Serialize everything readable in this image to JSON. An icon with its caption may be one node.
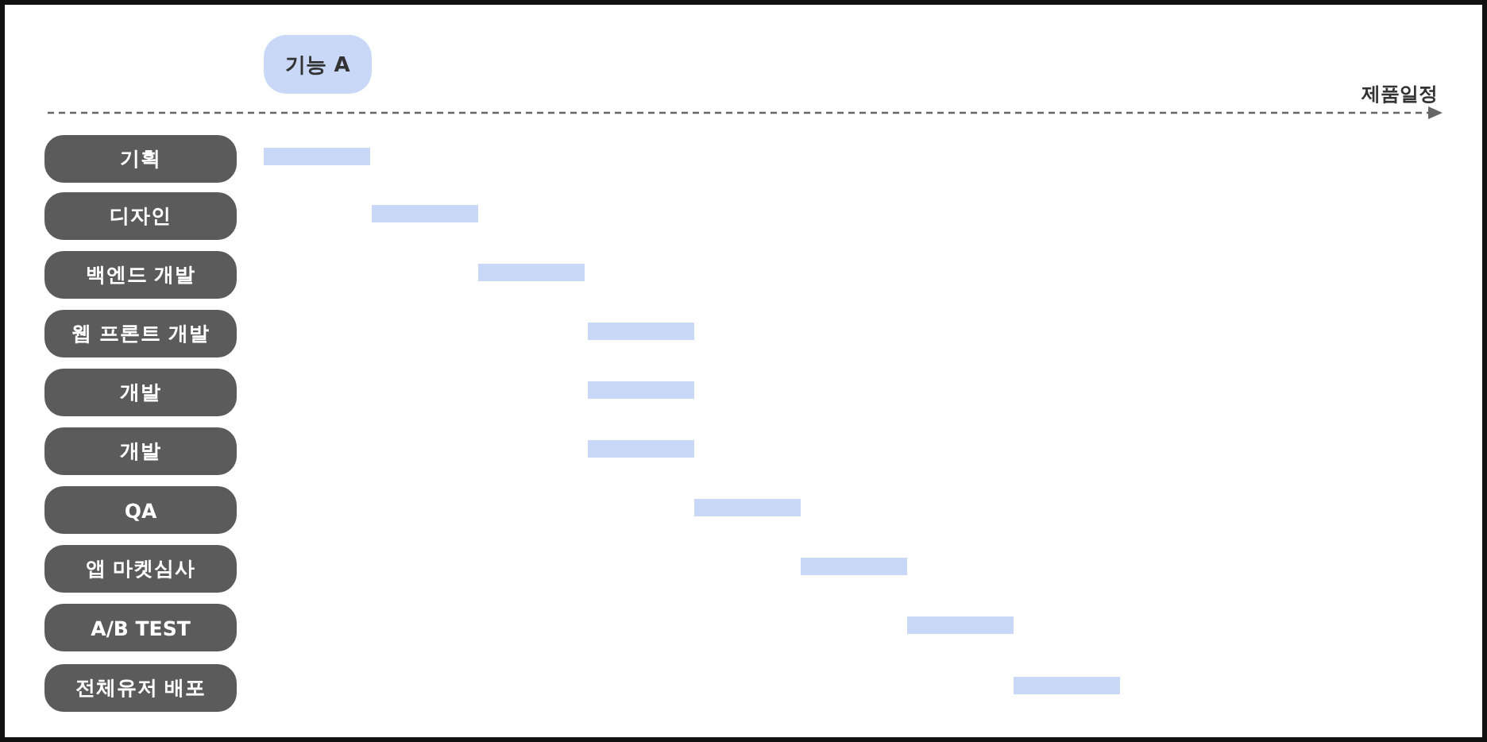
{
  "diagram": {
    "nodes": [
      {
        "text": [
          "기능 A"
        ]
      },
      {
        "text": [
          "기획"
        ]
      },
      {
        "text": [
          "디자인"
        ]
      },
      {
        "text": [
          "백엔드 개발"
        ]
      },
      {
        "text": [
          "웹 프론트 개발"
        ]
      },
      {
        "text": [
          "개발"
        ]
      },
      {
        "text": [
          "개발"
        ]
      },
      {
        "text": [
          "QA"
        ]
      },
      {
        "text": [
          "앱 마켓심사"
        ]
      },
      {
        "text": [
          "A/B TEST"
        ]
      },
      {
        "text": [
          "전체유저 배포"
        ]
      },
      {
        "text": [],
        "shape": "bar"
      },
      {
        "text": [],
        "shape": "bar"
      },
      {
        "text": [],
        "shape": "bar"
      },
      {
        "text": [],
        "shape": "bar"
      },
      {
        "text": [],
        "shape": "bar"
      },
      {
        "text": [],
        "shape": "bar"
      },
      {
        "text": [],
        "shape": "bar"
      },
      {
        "text": [],
        "shape": "bar"
      },
      {
        "text": [],
        "shape": "bar"
      },
      {
        "text": [],
        "shape": "bar"
      }
    ],
    "labels": [
      "제품일정"
    ]
  }
}
